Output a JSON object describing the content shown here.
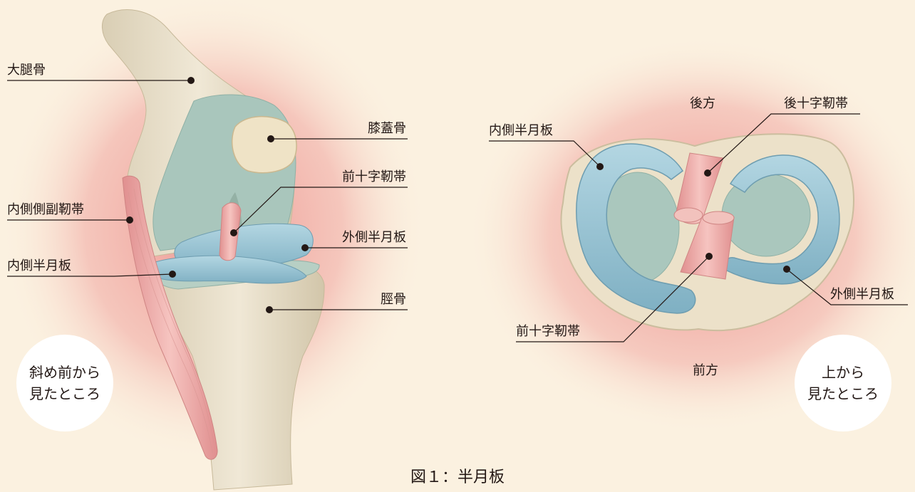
{
  "side_view": {
    "labels": {
      "femur": "大腿骨",
      "patella": "膝蓋骨",
      "acl": "前十字靭帯",
      "mcl": "内側側副靭帯",
      "lateral_meniscus": "外側半月板",
      "medial_meniscus": "内側半月板",
      "tibia": "脛骨"
    },
    "badge": [
      "斜め前から",
      "見たところ"
    ]
  },
  "top_view": {
    "labels": {
      "posterior": "後方",
      "pcl": "後十字靭帯",
      "medial_meniscus": "内側半月板",
      "acl": "前十字靭帯",
      "lateral_meniscus": "外側半月板",
      "anterior": "前方"
    },
    "badge": [
      "上から",
      "見たところ"
    ]
  },
  "caption": "図１：半月板",
  "colors": {
    "background": "#fbf1e0",
    "glow": "#ec8d8a",
    "bone": "#ece3cf",
    "cartilage": "#aac7bd",
    "meniscus": "#8fbccc",
    "ligament": "#ecaaa8"
  }
}
